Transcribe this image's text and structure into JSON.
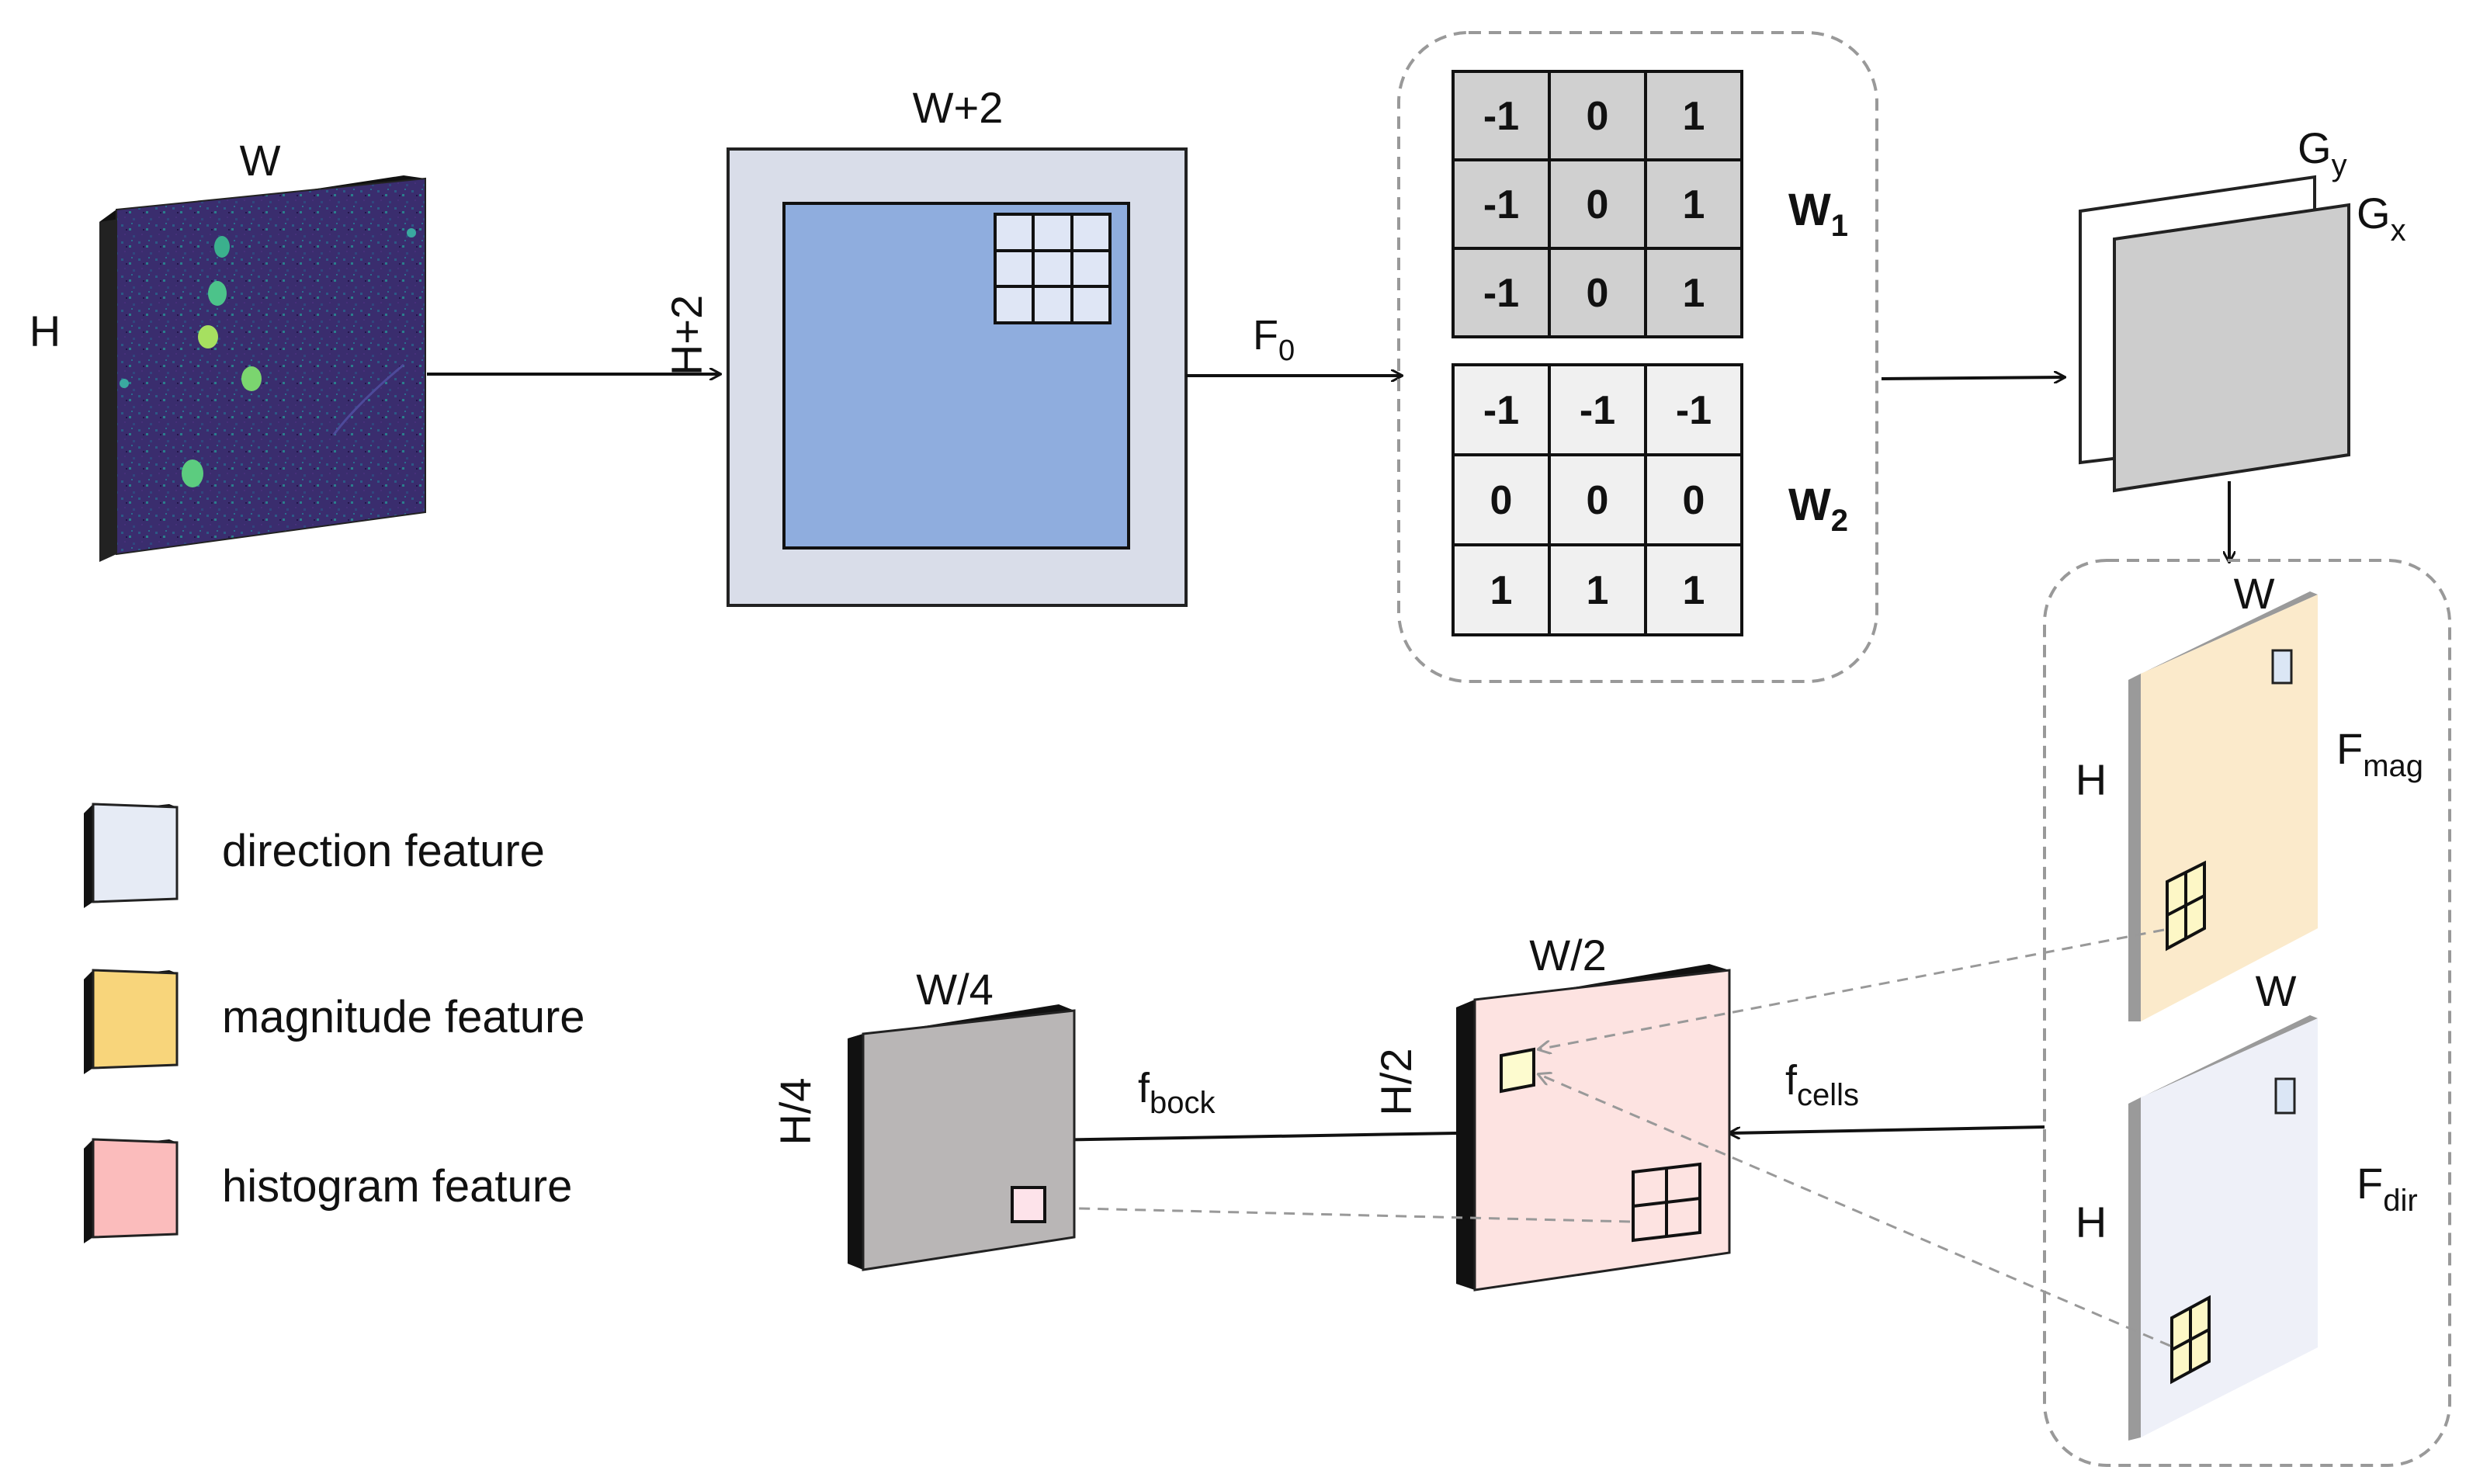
{
  "input": {
    "w_label": "W",
    "h_label": "H"
  },
  "padded": {
    "w_label": "W+2",
    "h_label": "H+2",
    "f_label": "F",
    "f_sub": "0"
  },
  "kernels": {
    "w1_label": "W",
    "w1_sub": "1",
    "w2_label": "W",
    "w2_sub": "2",
    "w1": [
      [
        "-1",
        "0",
        "1"
      ],
      [
        "-1",
        "0",
        "1"
      ],
      [
        "-1",
        "0",
        "1"
      ]
    ],
    "w2": [
      [
        "-1",
        "-1",
        "-1"
      ],
      [
        "0",
        "0",
        "0"
      ],
      [
        "1",
        "1",
        "1"
      ]
    ]
  },
  "gradients": {
    "gy": "G",
    "gy_sub": "y",
    "gx": "G",
    "gx_sub": "x"
  },
  "mag_map": {
    "w_label": "W",
    "h_label": "H",
    "name": "F",
    "name_sub": "mag"
  },
  "dir_map": {
    "w_label": "W",
    "h_label": "H",
    "name": "F",
    "name_sub": "dir"
  },
  "cells_map": {
    "w_label": "W/2",
    "h_label": "H/2",
    "arrow_label": "f",
    "arrow_sub": "cells"
  },
  "block_map": {
    "w_label": "W/4",
    "h_label": "H/4",
    "arrow_label": "f",
    "arrow_sub": "bock"
  },
  "legend": [
    {
      "label": "direction feature",
      "color": "#e6ebf5"
    },
    {
      "label": "magnitude feature",
      "color": "#f8d57b"
    },
    {
      "label": "histogram feature",
      "color": "#fbbcbc"
    }
  ],
  "colors": {
    "padded_outer": "#d9dde9",
    "padded_inner": "#8fadde",
    "kernel_w1": "#d0d0d0",
    "kernel_w2": "#f0f0f0",
    "magnitude": "#fbeacb",
    "direction": "#eef0f8",
    "histogram": "#fde3e1",
    "block": "#b9b6b6",
    "heatmap_bg": "#3b2a6b"
  }
}
